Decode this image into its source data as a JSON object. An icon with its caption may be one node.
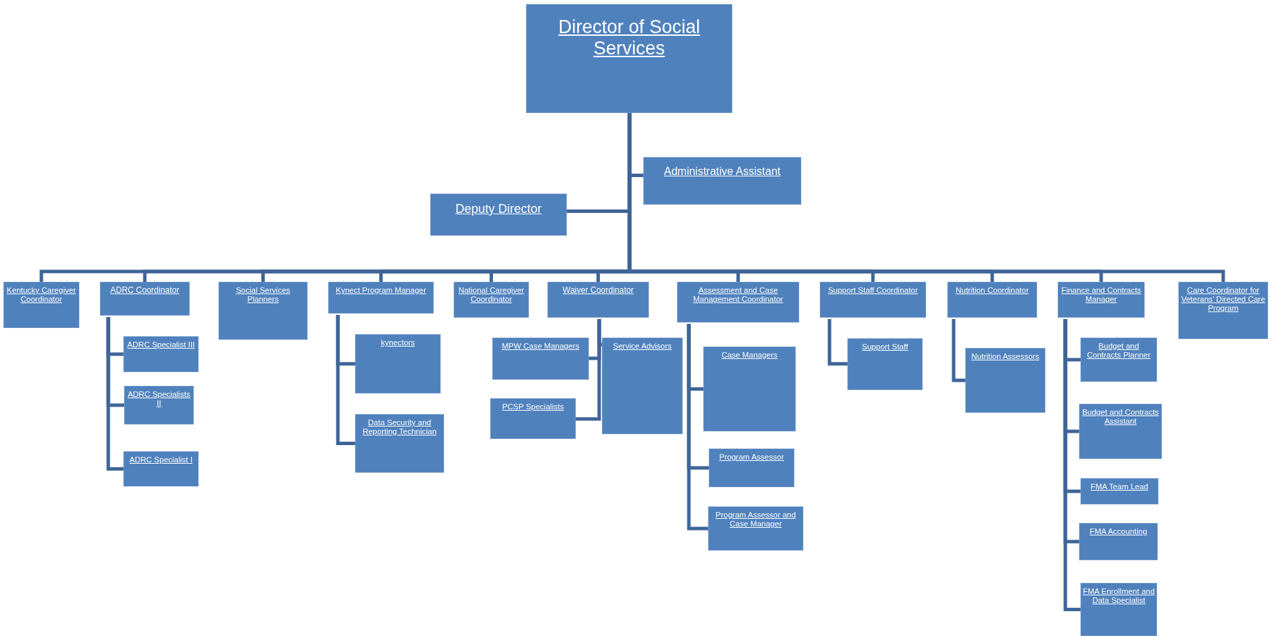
{
  "diagram": {
    "nodes": [
      {
        "text": [
          "Director of Social Services"
        ]
      },
      {
        "text": [
          "Administrative Assistant"
        ]
      },
      {
        "text": [
          "Deputy Director"
        ]
      },
      {
        "text": [
          "Kentucky Caregiver Coordinator"
        ]
      },
      {
        "text": [
          "ADRC Coordinator"
        ]
      },
      {
        "text": [
          "Social Services Planners"
        ]
      },
      {
        "text": [
          "Kynect Program Manager"
        ]
      },
      {
        "text": [
          "National Caregiver Coordinator"
        ]
      },
      {
        "text": [
          "Waiver Coordinator"
        ]
      },
      {
        "text": [
          "Assessment and Case Management Coordinator"
        ]
      },
      {
        "text": [
          "Support Staff Coordinator"
        ]
      },
      {
        "text": [
          "Nutrition Coordinator"
        ]
      },
      {
        "text": [
          "Finance and Contracts Manager"
        ]
      },
      {
        "text": [
          "Care Coordinator for Veterans’ Directed Care Program"
        ]
      },
      {
        "text": [
          "ADRC Specialist III"
        ]
      },
      {
        "text": [
          "ADRC Specialists II"
        ]
      },
      {
        "text": [
          "ADRC Specialist I"
        ]
      },
      {
        "text": [
          "kynectors"
        ]
      },
      {
        "text": [
          "Data Security and Reporting Technician"
        ]
      },
      {
        "text": [
          "MPW Case Managers"
        ]
      },
      {
        "text": [
          "Service Advisors"
        ]
      },
      {
        "text": [
          "PCSP Specialists"
        ]
      },
      {
        "text": [
          "Case Managers"
        ]
      },
      {
        "text": [
          "Program Assessor"
        ]
      },
      {
        "text": [
          "Program Assessor and Case Manager"
        ]
      },
      {
        "text": [
          "Support Staff"
        ]
      },
      {
        "text": [
          "Nutrition Assessors"
        ]
      },
      {
        "text": [
          "Budget and Contracts Planner"
        ]
      },
      {
        "text": [
          "Budget and Contracts Assistant"
        ]
      },
      {
        "text": [
          "FMA Team Lead"
        ]
      },
      {
        "text": [
          "FMA Accounting"
        ]
      },
      {
        "text": [
          "FMA Enrollment and Data Specialist"
        ]
      }
    ],
    "edges": [
      {
        "from": 0,
        "to": 1,
        "arrow": "none"
      },
      {
        "from": 0,
        "to": 2,
        "arrow": "none"
      },
      {
        "from": 0,
        "to": 3,
        "arrow": "none"
      },
      {
        "from": 0,
        "to": 4,
        "arrow": "none"
      },
      {
        "from": 0,
        "to": 5,
        "arrow": "none"
      },
      {
        "from": 0,
        "to": 6,
        "arrow": "none"
      },
      {
        "from": 0,
        "to": 7,
        "arrow": "none"
      },
      {
        "from": 0,
        "to": 8,
        "arrow": "none"
      },
      {
        "from": 0,
        "to": 9,
        "arrow": "none"
      },
      {
        "from": 0,
        "to": 10,
        "arrow": "none"
      },
      {
        "from": 0,
        "to": 11,
        "arrow": "none"
      },
      {
        "from": 0,
        "to": 12,
        "arrow": "none"
      },
      {
        "from": 0,
        "to": 13,
        "arrow": "none"
      },
      {
        "from": 4,
        "to": 14,
        "arrow": "none"
      },
      {
        "from": 4,
        "to": 15,
        "arrow": "none"
      },
      {
        "from": 4,
        "to": 16,
        "arrow": "none"
      },
      {
        "from": 6,
        "to": 17,
        "arrow": "none"
      },
      {
        "from": 6,
        "to": 18,
        "arrow": "none"
      },
      {
        "from": 8,
        "to": 19,
        "arrow": "none"
      },
      {
        "from": 8,
        "to": 20,
        "arrow": "none"
      },
      {
        "from": 8,
        "to": 21,
        "arrow": "none"
      },
      {
        "from": 9,
        "to": 22,
        "arrow": "none"
      },
      {
        "from": 9,
        "to": 23,
        "arrow": "none"
      },
      {
        "from": 9,
        "to": 24,
        "arrow": "none"
      },
      {
        "from": 10,
        "to": 25,
        "arrow": "none"
      },
      {
        "from": 11,
        "to": 26,
        "arrow": "none"
      },
      {
        "from": 12,
        "to": 27,
        "arrow": "none"
      },
      {
        "from": 12,
        "to": 28,
        "arrow": "none"
      },
      {
        "from": 12,
        "to": 29,
        "arrow": "none"
      },
      {
        "from": 12,
        "to": 30,
        "arrow": "none"
      },
      {
        "from": 12,
        "to": 31,
        "arrow": "none"
      }
    ]
  }
}
